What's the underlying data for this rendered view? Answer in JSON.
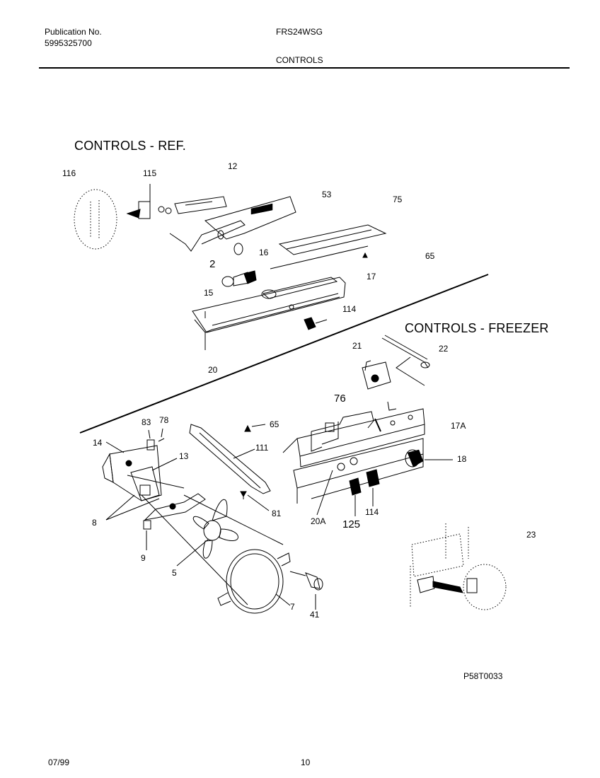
{
  "header": {
    "publication_label": "Publication No.",
    "publication_number": "5995325700",
    "model": "FRS24WSG",
    "section_title": "CONTROLS"
  },
  "sections": {
    "refrigerator": "CONTROLS - REF.",
    "freezer": "CONTROLS - FREEZER"
  },
  "callouts": {
    "c116": "116",
    "c115": "115",
    "c12": "12",
    "c53": "53",
    "c75": "75",
    "c2": "2",
    "c16": "16",
    "c65a": "65",
    "c17": "17",
    "c15": "15",
    "c114a": "114",
    "c20": "20",
    "c21": "21",
    "c22": "22",
    "c76": "76",
    "c83": "83",
    "c78": "78",
    "c65b": "65",
    "c17A": "17A",
    "c14": "14",
    "c13": "13",
    "c111": "111",
    "c18": "18",
    "c8": "8",
    "c81": "81",
    "c20A": "20A",
    "c125": "125",
    "c114b": "114",
    "c9": "9",
    "c23": "23",
    "c5": "5",
    "c7": "7",
    "c41": "41"
  },
  "diagram_code": "P58T0033",
  "footer": {
    "date": "07/99",
    "page": "10"
  }
}
